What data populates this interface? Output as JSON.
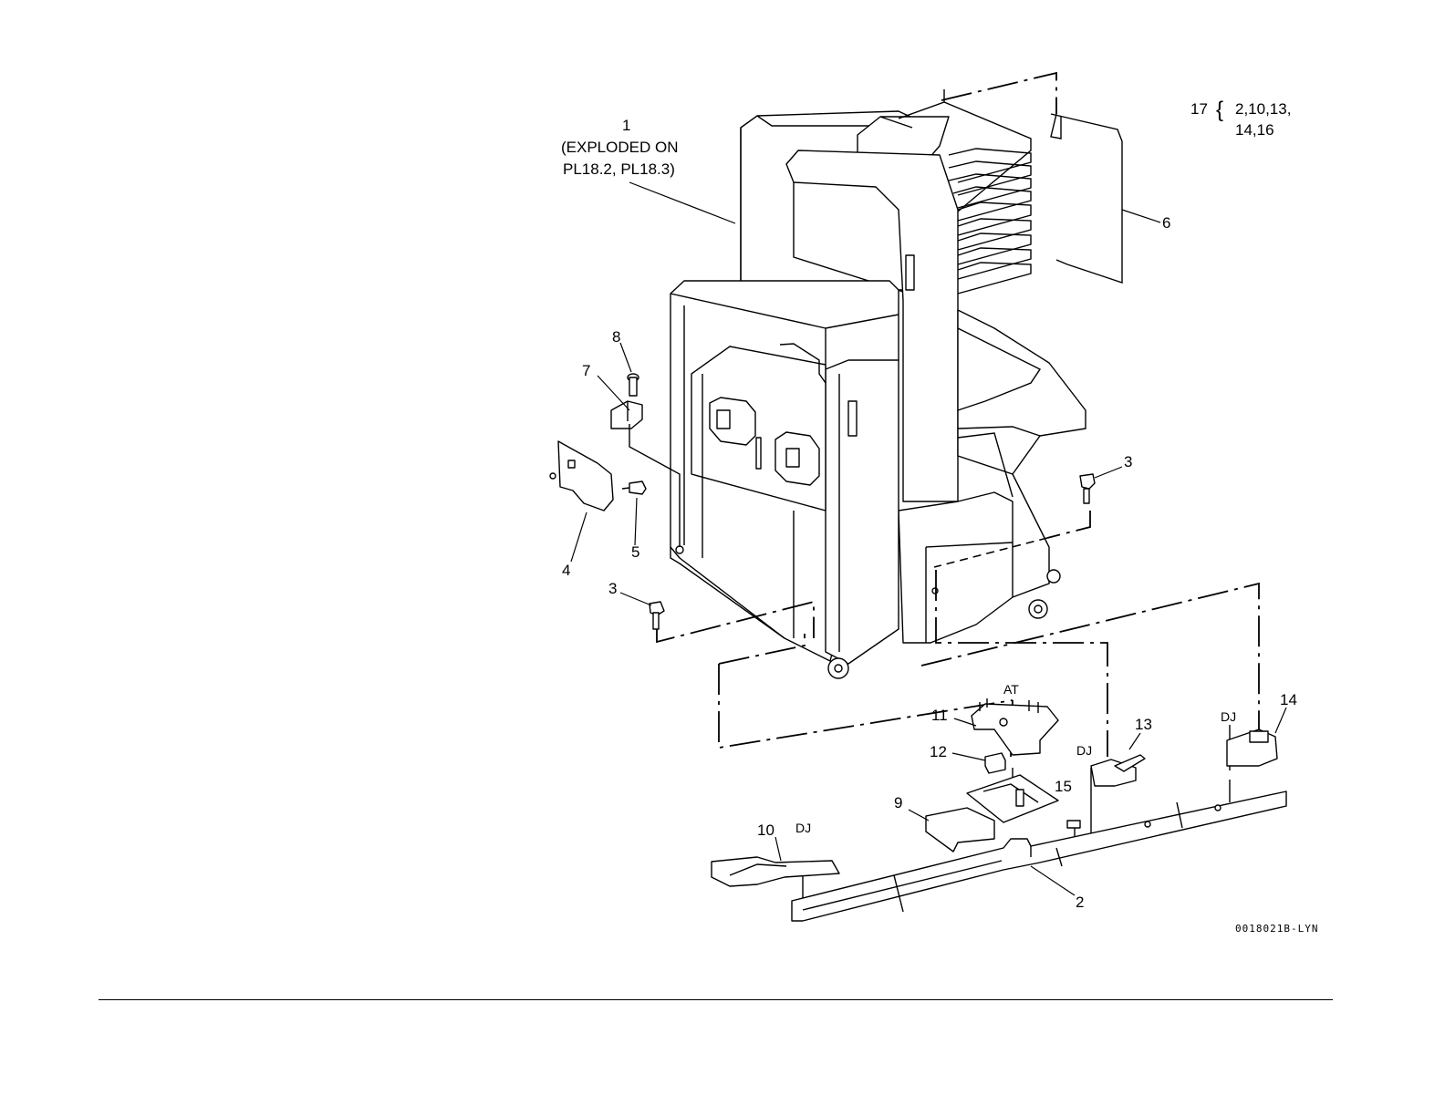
{
  "callouts": {
    "c1": "1",
    "c1_line2": "(EXPLODED ON",
    "c1_line3": "PL18.2, PL18.3)",
    "c2": "2",
    "c3a": "3",
    "c3b": "3",
    "c4": "4",
    "c5": "5",
    "c6": "6",
    "c7": "7",
    "c8": "8",
    "c9": "9",
    "c10": "10",
    "c11": "11",
    "c12": "12",
    "c13": "13",
    "c14": "14",
    "c15": "15",
    "c17": "17",
    "c17_parts_line1": "2,10,13,",
    "c17_parts_line2": "14,16"
  },
  "tags": {
    "at": "AT",
    "dj_10": "DJ",
    "dj_13": "DJ",
    "dj_14": "DJ"
  },
  "figure_id": "0018021B-LYN"
}
